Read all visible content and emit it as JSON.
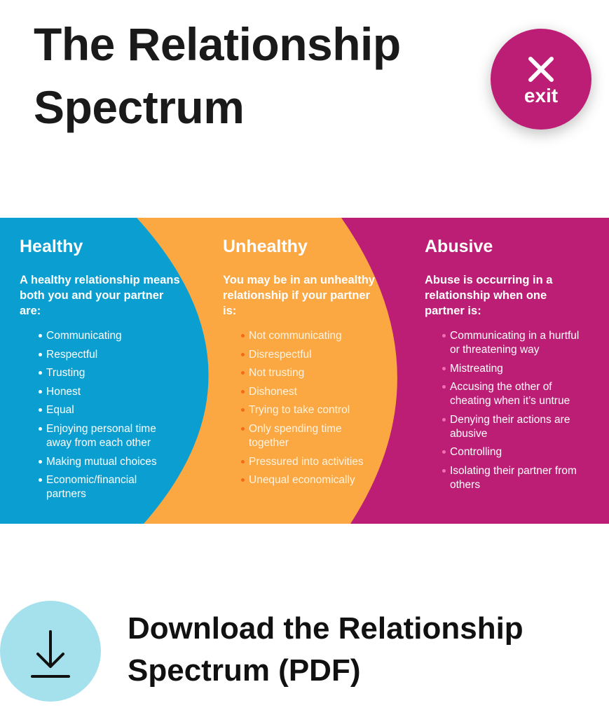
{
  "page": {
    "title": "The Relationship Spectrum"
  },
  "exit_button": {
    "label": "exit",
    "icon": "close-icon",
    "color": "#bd1e75"
  },
  "infographic": {
    "colors": {
      "healthy": "#0a9fd0",
      "unhealthy": "#fba843",
      "abusive": "#bd1e75"
    },
    "healthy": {
      "heading": "Healthy",
      "intro": "A healthy relationship means both you and your partner are:",
      "items": [
        "Communicating",
        "Respectful",
        "Trusting",
        "Honest",
        "Equal",
        "Enjoying personal time away from each other",
        "Making mutual choices",
        "Economic/financial partners"
      ]
    },
    "unhealthy": {
      "heading": "Unhealthy",
      "intro": "You may be in an unhealthy relationship if your partner is:",
      "items": [
        "Not communicating",
        "Disrespectful",
        "Not trusting",
        "Dishonest",
        "Trying to take control",
        "Only spending time together",
        "Pressured into activities",
        "Unequal economically"
      ]
    },
    "abusive": {
      "heading": "Abusive",
      "intro": "Abuse is occurring in a relationship when one partner is:",
      "items": [
        "Communicating in a hurtful or threatening way",
        "Mistreating",
        "Accusing the other of cheating when it’s untrue",
        "Denying their actions are abusive",
        "Controlling",
        "Isolating their partner from others"
      ]
    }
  },
  "download": {
    "label": "Download the Relationship Spectrum (PDF)",
    "icon": "download-icon",
    "color": "#a4e1ec"
  }
}
